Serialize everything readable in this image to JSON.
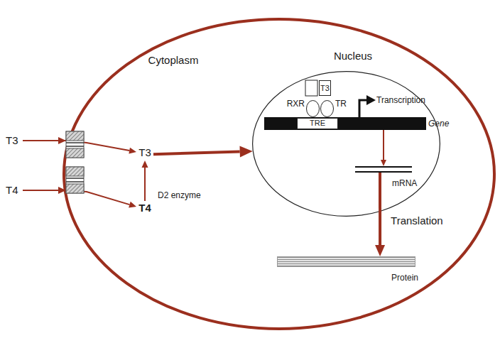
{
  "diagram": {
    "nodes": [
      {
        "text": [
          "Cytoplasm"
        ]
      },
      {
        "text": [
          "T3"
        ]
      },
      {
        "text": [
          "T4"
        ]
      },
      {
        "text": [
          "T3"
        ],
        "in": 0
      },
      {
        "text": [
          "T4"
        ],
        "in": 0
      },
      {
        "text": [
          "Nucleus"
        ],
        "in": 0
      },
      {
        "text": [
          "T3"
        ],
        "in": 5
      },
      {
        "text": [
          "RXR"
        ],
        "in": 5
      },
      {
        "text": [
          "TR"
        ],
        "in": 5
      },
      {
        "text": [
          "Gene"
        ],
        "in": 5
      },
      {
        "text": [
          "TRE"
        ],
        "in": 9
      },
      {
        "text": [
          "mRNA"
        ],
        "in": 5
      },
      {
        "text": [
          "Protein"
        ],
        "in": 0
      }
    ],
    "edges": [
      {
        "from": 1,
        "to": 3,
        "arrow": "to"
      },
      {
        "from": 2,
        "to": 4,
        "arrow": "to"
      },
      {
        "from": 4,
        "to": 3,
        "label": "D2 enzyme",
        "arrow": "to"
      },
      {
        "from": 3,
        "to": 5,
        "arrow": "to"
      },
      {
        "from": 9,
        "to": 11,
        "arrow": "to"
      },
      {
        "from": 11,
        "to": 12,
        "label": "Translation",
        "arrow": "to"
      }
    ],
    "labels": [
      "Transcription"
    ]
  }
}
